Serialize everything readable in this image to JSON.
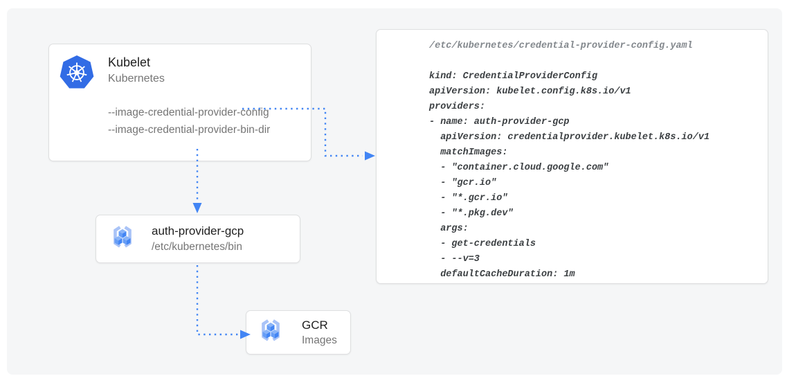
{
  "diagram": {
    "kubelet": {
      "title": "Kubelet",
      "subtitle": "Kubernetes",
      "flags": [
        "--image-credential-provider-config",
        "--image-credential-provider-bin-dir"
      ]
    },
    "auth_provider": {
      "title": "auth-provider-gcp",
      "subtitle": "/etc/kubernetes/bin"
    },
    "gcr": {
      "title": "GCR",
      "subtitle": "Images"
    },
    "config_file": {
      "filename": "/etc/kubernetes/credential-provider-config.yaml",
      "lines": [
        "kind: CredentialProviderConfig",
        "apiVersion: kubelet.config.k8s.io/v1",
        "providers:",
        "- name: auth-provider-gcp",
        "  apiVersion: credentialprovider.kubelet.k8s.io/v1",
        "  matchImages:",
        "  - \"container.cloud.google.com\"",
        "  - \"gcr.io\"",
        "  - \"*.gcr.io\"",
        "  - \"*.pkg.dev\"",
        "  args:",
        "  - get-credentials",
        "  - --v=3",
        "  defaultCacheDuration: 1m"
      ]
    },
    "colors": {
      "arrow_blue": "#4285F4",
      "kubernetes_blue": "#326CE5",
      "registry_bracket_blue": "#A9C3F7",
      "cube_top": "#8AB4F8",
      "cube_left": "#669DF6",
      "cube_right": "#4285F4",
      "panel_bg": "#F5F6F7",
      "card_bg": "#FFFFFF",
      "title_text": "#212121",
      "secondary_text": "#757575",
      "code_text": "#3C4043",
      "filename_text": "#83888D"
    }
  }
}
